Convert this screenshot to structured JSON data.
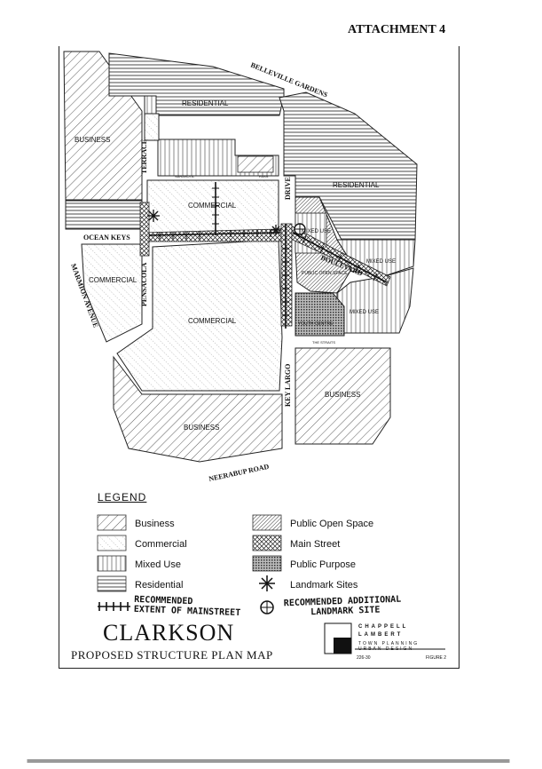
{
  "header": {
    "attachment": "ATTACHMENT 4"
  },
  "map": {
    "labels": {
      "belleville_gardens": "BELLEVILLE GARDENS",
      "residential_top": "RESIDENTIAL",
      "residential_right": "RESIDENTIAL",
      "business_nw": "BUSINESS",
      "business_se": "BUSINESS",
      "business_south": "BUSINESS",
      "commercial_north": "COMMERCIAL",
      "commercial_west": "COMMERCIAL",
      "commercial_main": "COMMERCIAL",
      "mixed_use_1": "MIXED USE",
      "mixed_use_2": "MIXED USE",
      "mixed_use_3": "MIXED USE",
      "public_open_space": "PUBLIC OPEN SPACE",
      "youth_centre": "YOUTH CENTRE",
      "terrace": "TERRACE",
      "pensacola": "PENSACOLA",
      "ocean_keys": "OCEAN KEYS",
      "boulevard": "BOULEVARD",
      "marmion_avenue": "MARMION AVENUE",
      "drive": "DRIVE",
      "key_largo": "KEY LARGO",
      "neerabup_road": "NEERABUP ROAD",
      "the_straits": "THE STRAITS",
      "sarasota": "SARASOTA",
      "pass": "PASS"
    }
  },
  "legend": {
    "title": "LEGEND",
    "items": [
      {
        "label": "Business",
        "pattern": "business"
      },
      {
        "label": "Commercial",
        "pattern": "commercial"
      },
      {
        "label": "Mixed Use",
        "pattern": "mixed"
      },
      {
        "label": "Residential",
        "pattern": "residential"
      },
      {
        "label": "Public Open Space",
        "pattern": "pos"
      },
      {
        "label": "Main Street",
        "pattern": "mainst"
      },
      {
        "label": "Public Purpose",
        "pattern": "purpose"
      },
      {
        "label": "Landmark Sites",
        "pattern": "landmark"
      }
    ],
    "handwritten": {
      "main_street_line1": "RECOMMENDED",
      "main_street_line2": "EXTENT OF MAINSTREET",
      "landmark_line1": "RECOMMENDED ADDITIONAL",
      "landmark_line2": "LANDMARK SITE"
    }
  },
  "title_block": {
    "title": "CLARKSON",
    "subtitle": "PROPOSED STRUCTURE PLAN MAP",
    "logo_line1": "CHAPPELL",
    "logo_line2": "LAMBERT",
    "logo_line3": "TOWN PLANNING",
    "logo_line4": "URBAN DESIGN",
    "ref": "226-30",
    "figure": "FIGURE 2"
  }
}
